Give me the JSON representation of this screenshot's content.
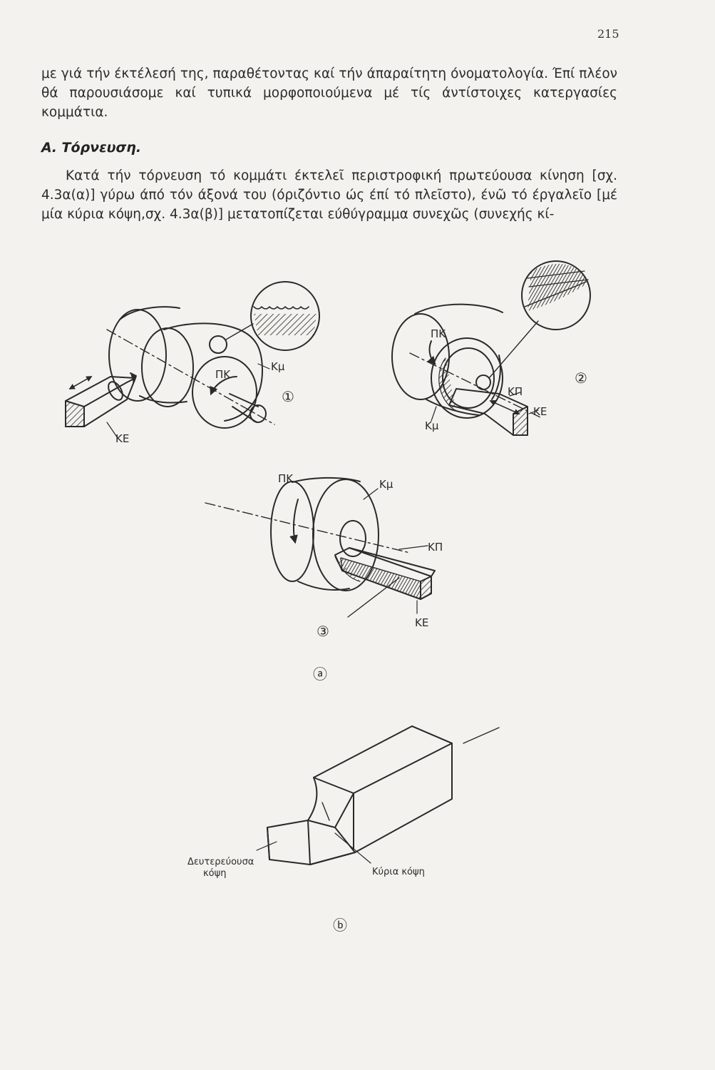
{
  "page": {
    "number": "215"
  },
  "text": {
    "paragraph_1": "με γιά τήν έκτέλεσή της, παραθέτοντας καί τήν άπαραίτητη όνοματολογία. Έπί πλέον θά παρουσιάσομε καί τυπικά μορφοποιούμενα μέ τίς άντίστοιχες κατεργασίες κομμάτια.",
    "heading": "Α. Τόρνευση.",
    "paragraph_2": "Κατά τήν τόρνευση τό κομμάτι έκτελεῖ περιστροφική πρωτεύουσα κίνηση [σχ. 4.3α(α)] γύρω άπό τόν άξονά του (όριζόντιο ώς έπί τό πλεῖστο), ένῶ τό έργαλεῖο [μέ μία κύρια κόψη,σχ. 4.3α(β)] μετατοπίζεται εύθύγραμμα συνεχῶς (συνεχής κί-"
  },
  "figure_a": {
    "sub_1": {
      "number": "①",
      "pk": "ΠΚ",
      "km": "Κμ",
      "ke": "ΚΕ"
    },
    "sub_2": {
      "number": "②",
      "pk": "ΠΚ",
      "kp": "ΚΠ",
      "ke": "ΚΕ",
      "km": "Κμ"
    },
    "sub_3": {
      "number": "③",
      "pk": "ΠΚ",
      "km": "Κμ",
      "kp": "ΚΠ",
      "ke": "ΚΕ"
    },
    "label": "ⓐ"
  },
  "figure_b": {
    "secondary_edge_line1": "Δευτερεύουσα",
    "secondary_edge_line2": "κόψη",
    "main_edge": "Κύρια κόψη",
    "label": "ⓑ"
  }
}
